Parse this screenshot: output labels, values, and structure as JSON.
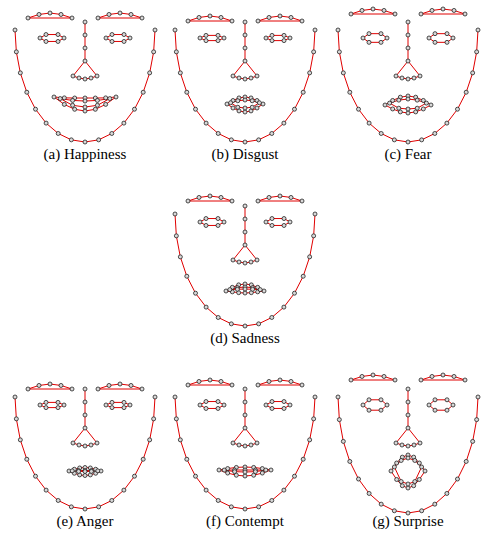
{
  "diagram": {
    "labels": [
      "(a) Happiness",
      "(b) Disgust",
      "(c) Fear",
      "(d) Sadness",
      "(e) Anger",
      "(f) Contempt",
      "(g) Surprise"
    ]
  }
}
